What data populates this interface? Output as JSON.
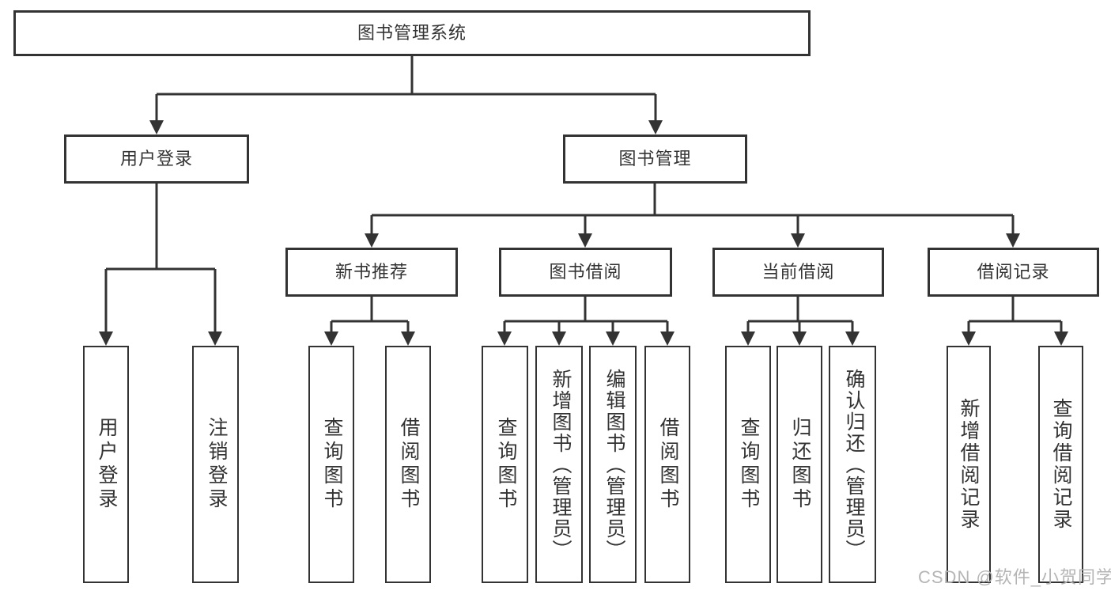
{
  "tree": {
    "root": "图书管理系统",
    "branches": [
      {
        "label": "用户登录",
        "children": [
          "用户登录",
          "注销登录"
        ]
      },
      {
        "label": "图书管理",
        "modules": [
          {
            "label": "新书推荐",
            "children": [
              "查询图书",
              "借阅图书"
            ]
          },
          {
            "label": "图书借阅",
            "children": [
              "查询图书",
              "新增图书（管理员）",
              "编辑图书（管理员）",
              "借阅图书"
            ]
          },
          {
            "label": "当前借阅",
            "children": [
              "查询图书",
              "归还图书",
              "确认归还（管理员）"
            ]
          },
          {
            "label": "借阅记录",
            "children": [
              "新增借阅记录",
              "查询借阅记录"
            ]
          }
        ]
      }
    ]
  },
  "watermark": "CSDN @软件_小贺同学",
  "colors": {
    "line": "#333333",
    "box_border": "#333333",
    "box_background": "#ffffff",
    "text": "#333333",
    "watermark": "#b5b5b5"
  }
}
